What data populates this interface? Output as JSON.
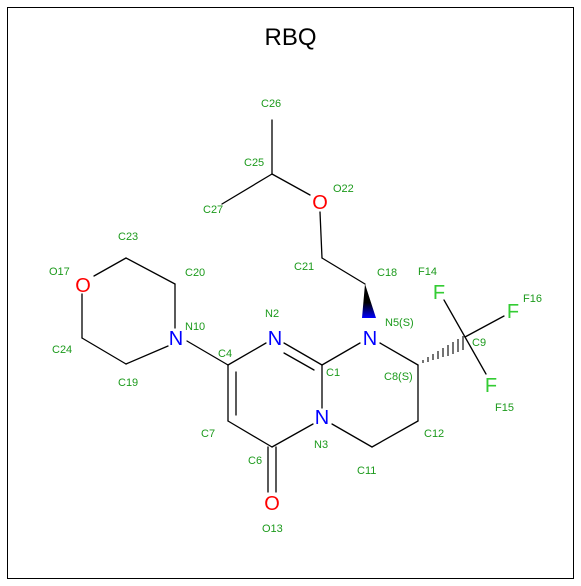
{
  "title": "RBQ",
  "colors": {
    "carbon": "#000000",
    "nitrogen": "#0000ff",
    "oxygen": "#ff0000",
    "fluorine": "#33cc33",
    "label": "#1c9a1c"
  },
  "atoms": {
    "O": "O",
    "N": "N",
    "F": "F"
  },
  "labels": {
    "C26": "C26",
    "C25": "C25",
    "O22": "O22",
    "C27": "C27",
    "C23": "C23",
    "C21": "C21",
    "C18": "C18",
    "F14": "F14",
    "O17": "O17",
    "C20": "C20",
    "F16": "F16",
    "N2": "N2",
    "N10": "N10",
    "N5S": "N5(S)",
    "C9": "C9",
    "C4": "C4",
    "C24": "C24",
    "C1": "C1",
    "C8S": "C8(S)",
    "C19": "C19",
    "F15": "F15",
    "C7": "C7",
    "N3": "N3",
    "C12": "C12",
    "C6": "C6",
    "C11": "C11",
    "O13": "O13"
  }
}
